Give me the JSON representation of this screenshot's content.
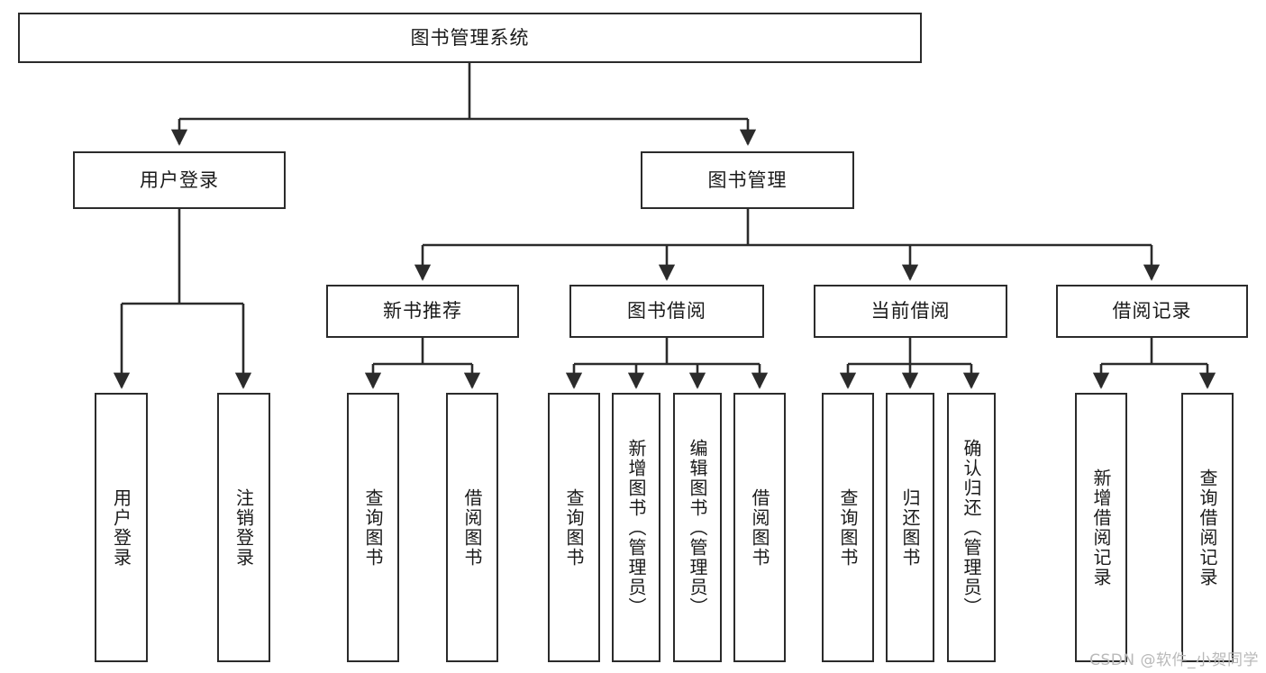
{
  "diagram": {
    "type": "tree-hierarchy",
    "title": "图书管理系统",
    "root": {
      "id": "root",
      "label": "图书管理系统"
    },
    "level2": [
      {
        "id": "user-login",
        "label": "用户登录"
      },
      {
        "id": "book-manage",
        "label": "图书管理"
      }
    ],
    "level3": [
      {
        "id": "new-book-recommend",
        "label": "新书推荐"
      },
      {
        "id": "book-borrow",
        "label": "图书借阅"
      },
      {
        "id": "current-borrow",
        "label": "当前借阅"
      },
      {
        "id": "borrow-record",
        "label": "借阅记录"
      }
    ],
    "leaves": {
      "user_login": [
        {
          "id": "leaf-user-login",
          "label": "用户登录"
        },
        {
          "id": "leaf-logout-login",
          "label": "注销登录"
        }
      ],
      "new_book_recommend": [
        {
          "id": "leaf-query-book-1",
          "label": "查询图书"
        },
        {
          "id": "leaf-borrow-book-1",
          "label": "借阅图书"
        }
      ],
      "book_borrow": [
        {
          "id": "leaf-query-book-2",
          "label": "查询图书"
        },
        {
          "id": "leaf-add-book",
          "label": "新增图书（管理员）"
        },
        {
          "id": "leaf-edit-book",
          "label": "编辑图书（管理员）"
        },
        {
          "id": "leaf-borrow-book-2",
          "label": "借阅图书"
        }
      ],
      "current_borrow": [
        {
          "id": "leaf-query-book-3",
          "label": "查询图书"
        },
        {
          "id": "leaf-return-book",
          "label": "归还图书"
        },
        {
          "id": "leaf-confirm-return",
          "label": "确认归还（管理员）"
        }
      ],
      "borrow_record": [
        {
          "id": "leaf-add-record",
          "label": "新增借阅记录"
        },
        {
          "id": "leaf-query-record",
          "label": "查询借阅记录"
        }
      ]
    }
  },
  "watermark": {
    "text": "CSDN @软件_小贺同学"
  },
  "colors": {
    "stroke": "#2b2b2b",
    "box_fill": "#ffffff",
    "text": "#1a1a1a",
    "watermark": "#b9b9b9"
  }
}
